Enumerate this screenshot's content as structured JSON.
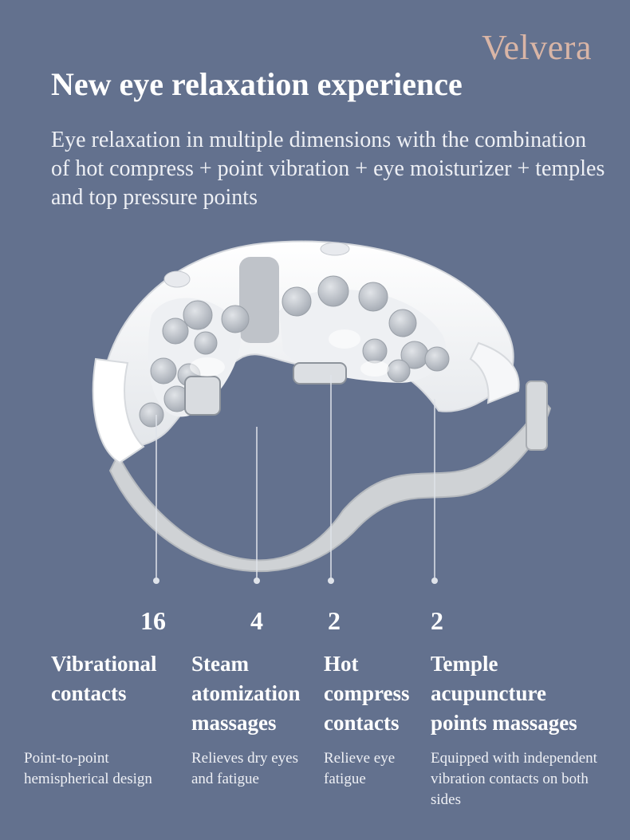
{
  "brand": "Velvera",
  "title": "New eye relaxation experience",
  "subtitle": "Eye relaxation in multiple dimensions with the combination of hot compress + point vibration + eye moisturizer + temples and top pressure points",
  "features": [
    {
      "count": "16",
      "label": "Vibrational contacts",
      "description": "Point-to-point hemispherical design"
    },
    {
      "count": "4",
      "label": "Steam atomization massages",
      "description": "Relieves dry eyes and fatigue"
    },
    {
      "count": "2",
      "label": "Hot compress contacts",
      "description": "Relieve eye fatigue"
    },
    {
      "count": "2",
      "label": "Temple acupuncture points massages",
      "description": "Equipped with independent vibration contacts on both sides"
    }
  ],
  "colors": {
    "background": "#63718e",
    "brand": "#d9b5a6",
    "text": "#ffffff",
    "device": "#f3f4f6",
    "contacts": "#b9bec6",
    "strap": "#cfd2d5"
  }
}
